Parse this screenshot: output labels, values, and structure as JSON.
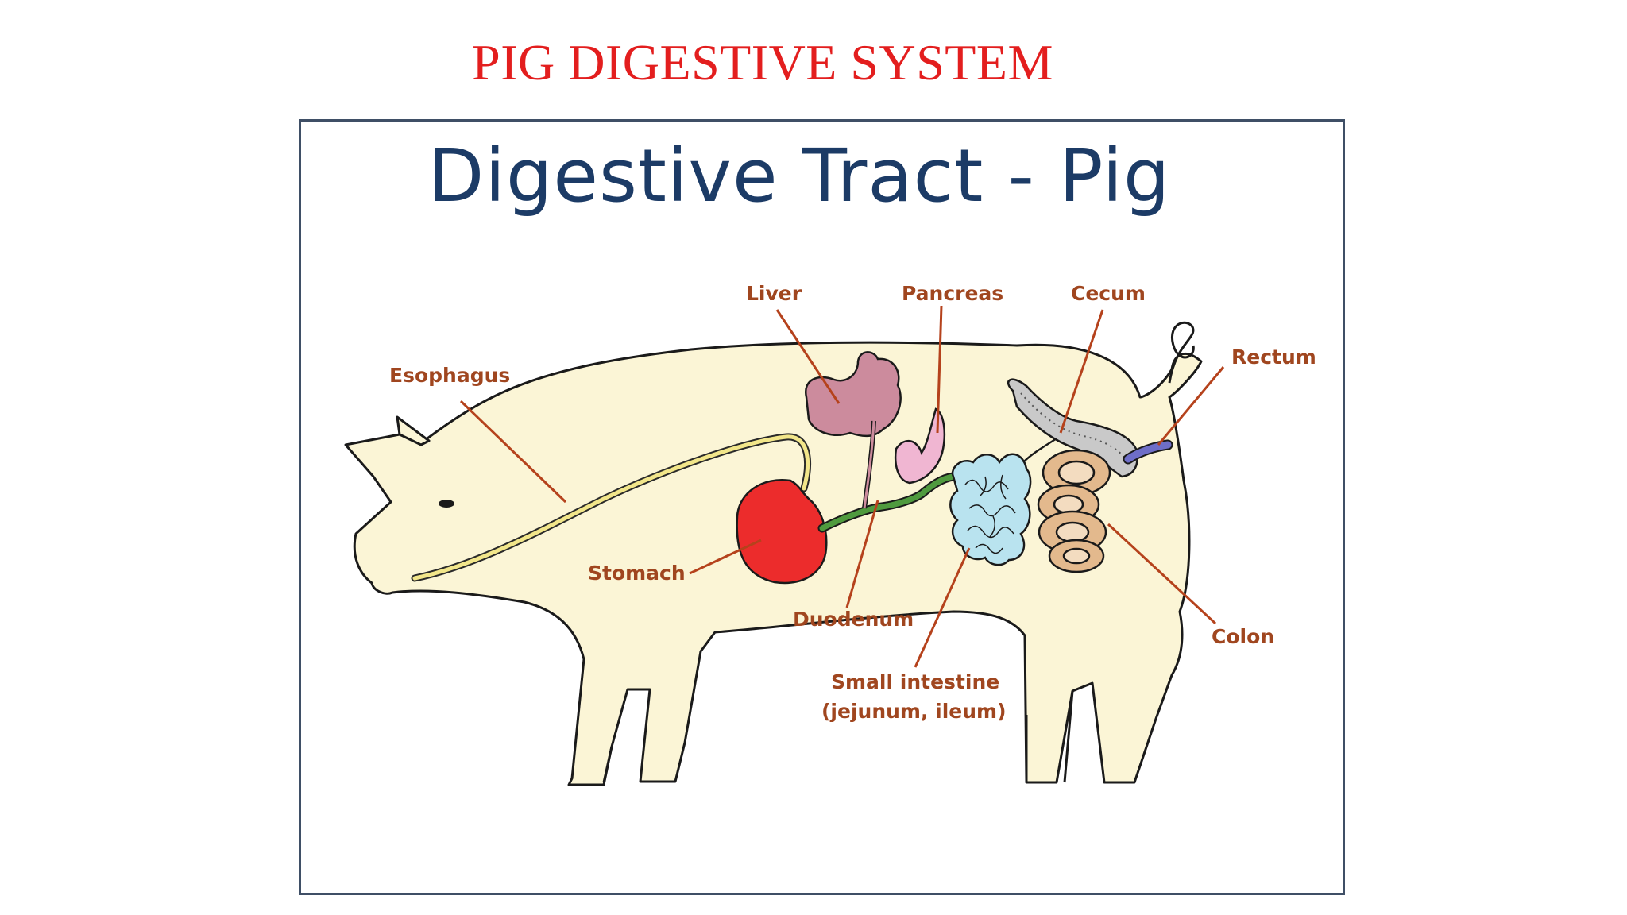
{
  "slide_title": "PIG DIGESTIVE SYSTEM",
  "diagram_title": "Digestive Tract - Pig",
  "labels": {
    "esophagus": "Esophagus",
    "liver": "Liver",
    "pancreas": "Pancreas",
    "cecum": "Cecum",
    "rectum": "Rectum",
    "stomach": "Stomach",
    "duodenum": "Duodenum",
    "small_intestine_1": "Small intestine",
    "small_intestine_2": "(jejunum, ileum)",
    "colon": "Colon"
  },
  "colors": {
    "slide_title": "#e31e1e",
    "diagram_title": "#1c3b66",
    "label_text": "#a0461f",
    "leader_line": "#b5421c",
    "pig_body": "#fbf5d6",
    "esophagus": "#f2e68a",
    "stomach": "#ec2c2c",
    "liver": "#cc8b9d",
    "pancreas": "#f0b6d2",
    "duodenum": "#4f9a3e",
    "small_intestine": "#b9e3ef",
    "cecum": "#c9c9c9",
    "colon": "#e3b98d",
    "rectum": "#6e6ec8"
  }
}
